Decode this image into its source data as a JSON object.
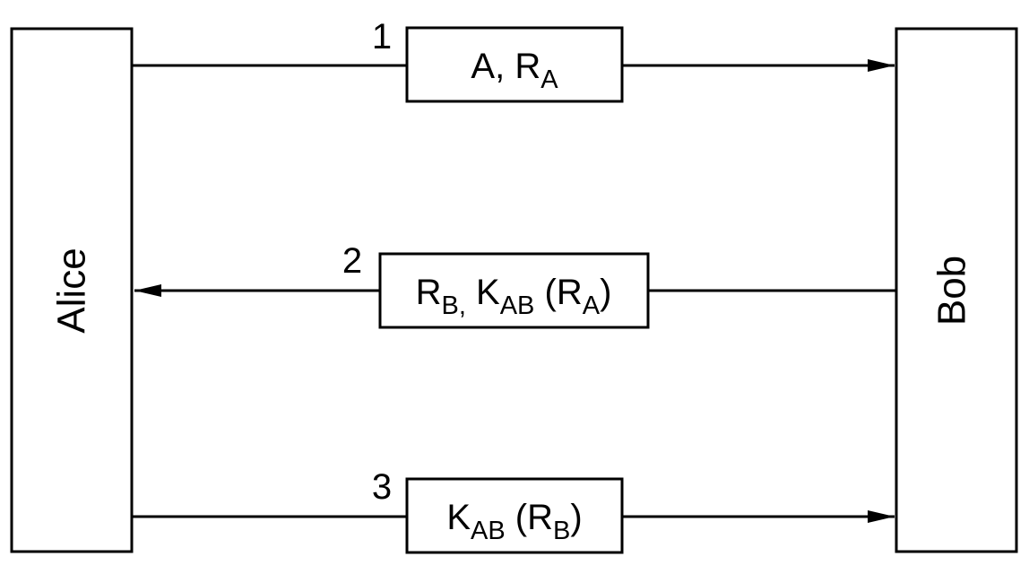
{
  "diagram": {
    "type": "sequence",
    "colors": {
      "stroke": "#000000",
      "background": "#ffffff"
    },
    "parties": {
      "alice": {
        "label": "Alice"
      },
      "bob": {
        "label": "Bob"
      }
    },
    "messages": [
      {
        "step": "1",
        "from": "Alice",
        "to": "Bob",
        "text_parts": [
          {
            "t": "A, R",
            "sub": false
          },
          {
            "t": "A",
            "sub": true
          }
        ]
      },
      {
        "step": "2",
        "from": "Bob",
        "to": "Alice",
        "text_parts": [
          {
            "t": "R",
            "sub": false
          },
          {
            "t": "B,",
            "sub": true
          },
          {
            "t": " K",
            "sub": false
          },
          {
            "t": "AB",
            "sub": true
          },
          {
            "t": " (R",
            "sub": false
          },
          {
            "t": "A",
            "sub": true
          },
          {
            "t": ")",
            "sub": false
          }
        ]
      },
      {
        "step": "3",
        "from": "Alice",
        "to": "Bob",
        "text_parts": [
          {
            "t": "K",
            "sub": false
          },
          {
            "t": "AB",
            "sub": true
          },
          {
            "t": " (R",
            "sub": false
          },
          {
            "t": "B",
            "sub": true
          },
          {
            "t": ")",
            "sub": false
          }
        ]
      }
    ]
  }
}
